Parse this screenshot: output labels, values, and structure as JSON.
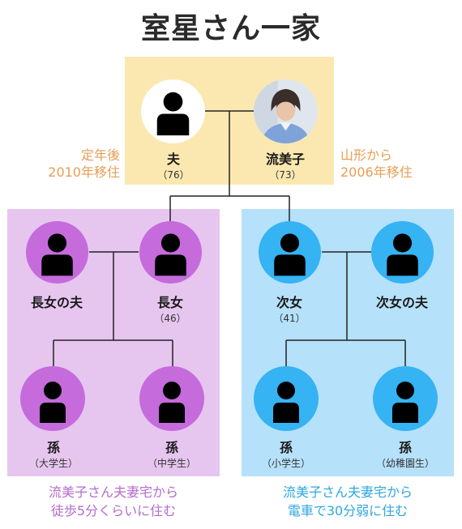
{
  "title": "室星さん一家",
  "parents": {
    "husband": {
      "label": "夫",
      "age": "（76）"
    },
    "wife": {
      "label": "流美子",
      "age": "（73）"
    },
    "note_left": [
      "定年後",
      "2010年移住"
    ],
    "note_right": [
      "山形から",
      "2006年移住"
    ]
  },
  "left_family": {
    "son_in_law": {
      "label": "長女の夫"
    },
    "daughter": {
      "label": "長女",
      "age": "（46）"
    },
    "grandchild_1": {
      "label": "孫",
      "age": "（大学生）"
    },
    "grandchild_2": {
      "label": "孫",
      "age": "（中学生）"
    },
    "caption": [
      "流美子さん夫妻宅から",
      "徒歩5分くらいに住む"
    ]
  },
  "right_family": {
    "daughter": {
      "label": "次女",
      "age": "（41）"
    },
    "son_in_law": {
      "label": "次女の夫"
    },
    "grandchild_1": {
      "label": "孫",
      "age": "（小学生）"
    },
    "grandchild_2": {
      "label": "孫",
      "age": "（幼稚園生）"
    },
    "caption": [
      "流美子さん夫妻宅から",
      "電車で30分弱に住む"
    ]
  },
  "colors": {
    "parents_box": "#fbe8b0",
    "left_box": "#e6c6ef",
    "right_box": "#b6e1fa",
    "purple_avatar": "#c56bdc",
    "blue_avatar": "#35b3f3",
    "note_orange": "#e79e54"
  },
  "icons": {
    "person": "person-silhouette-icon",
    "photo": "woman-photo-icon"
  }
}
